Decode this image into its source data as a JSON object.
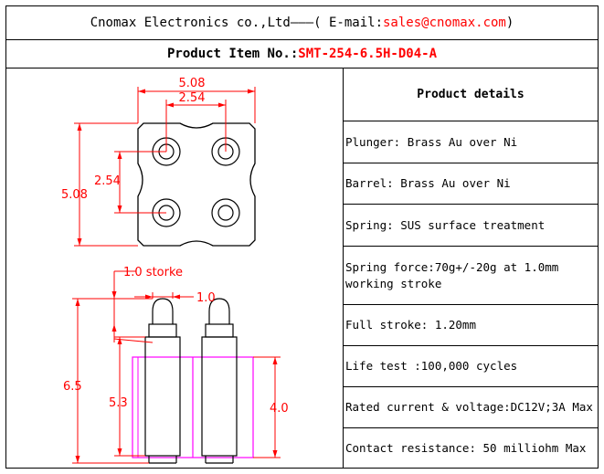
{
  "header": {
    "company": "Cnomax Electronics co.,Ltd———( E-mail: ",
    "email": "sales@cnomax.com",
    "close": ")"
  },
  "item": {
    "label": "Product Item No.: ",
    "value": "SMT-254-6.5H-D04-A"
  },
  "drawing": {
    "top_view": {
      "width": "5.08",
      "pitch_x": "2.54",
      "pitch_y": "2.54",
      "height": "5.08"
    },
    "side_view": {
      "stroke": "1.0 storke",
      "tip": "1.0",
      "total_height": "6.5",
      "body_height": "5.3",
      "housing_height": "4.0"
    }
  },
  "details": {
    "title": "Product details",
    "rows": [
      "Plunger: Brass Au over Ni",
      "Barrel: Brass Au over Ni",
      "Spring: SUS surface treatment",
      "Spring force:70g+/-20g at 1.0mm working stroke",
      "Full stroke: 1.20mm",
      "Life test :100,000 cycles",
      "Rated current & voltage:DC12V;3A Max",
      "Contact resistance: 50 milliohm Max"
    ]
  },
  "colors": {
    "dimension": "#ff0000",
    "housing": "#ff00ff",
    "outline": "#000000"
  }
}
